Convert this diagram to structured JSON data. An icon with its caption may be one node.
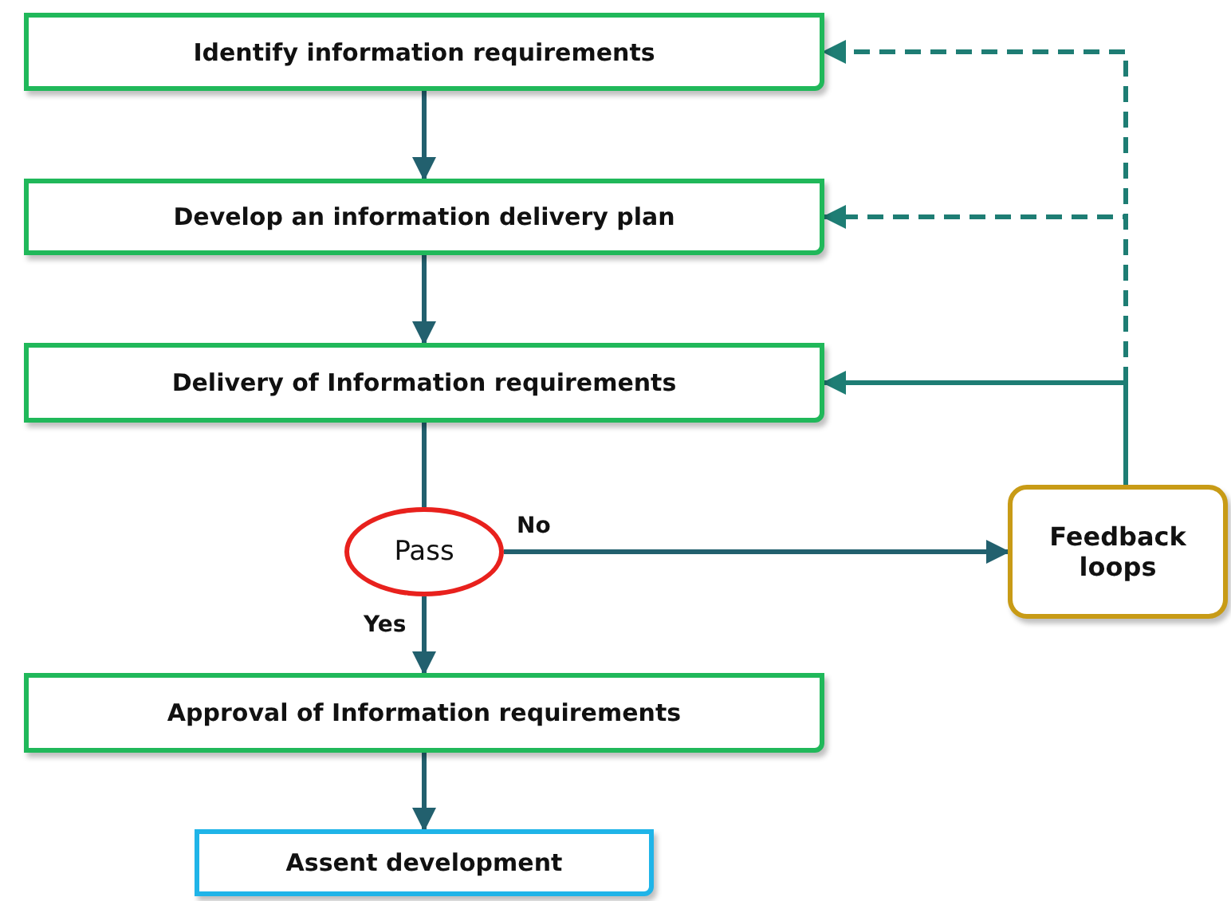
{
  "diagram": {
    "nodes": [
      {
        "text": [
          "Identify information requirements"
        ]
      },
      {
        "text": [
          "Develop an information delivery plan"
        ]
      },
      {
        "text": [
          "Delivery of Information requirements"
        ]
      },
      {
        "text": [
          "Pass"
        ]
      },
      {
        "text": [
          "Approval of Information requirements"
        ]
      },
      {
        "text": [
          "Assent development"
        ]
      },
      {
        "text": [
          "Feedback loops"
        ]
      }
    ],
    "edges": [
      {
        "from": 0,
        "to": 1,
        "arrow": "to"
      },
      {
        "from": 1,
        "to": 2,
        "arrow": "to"
      },
      {
        "from": 2,
        "to": 3,
        "arrow": "none"
      },
      {
        "from": 3,
        "to": 6,
        "arrow": "to",
        "label": "No"
      },
      {
        "from": 3,
        "to": 4,
        "arrow": "to",
        "label": "Yes"
      },
      {
        "from": 4,
        "to": 5,
        "arrow": "to"
      },
      {
        "from": 6,
        "to": 2,
        "arrow": "to",
        "color": "#1e7d74"
      },
      {
        "from": 6,
        "to": 0,
        "arrow": "to",
        "style": "dashed",
        "color": "#1e7d74"
      },
      {
        "from": 6,
        "to": 1,
        "arrow": "to",
        "style": "dashed",
        "color": "#1e7d74"
      }
    ]
  }
}
